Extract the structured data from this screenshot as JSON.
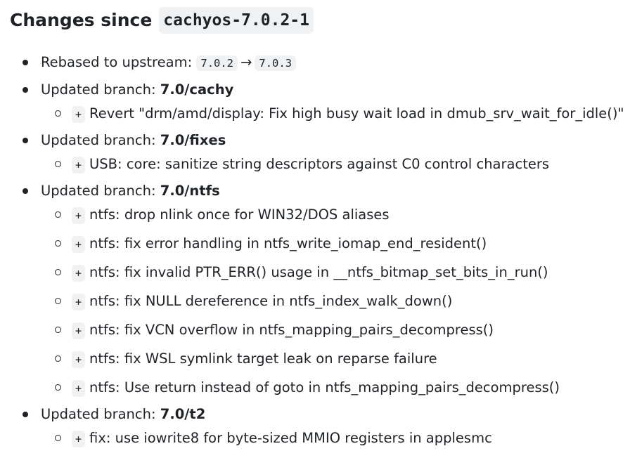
{
  "heading": {
    "prefix": "Changes since",
    "version": "cachyos-7.0.2-1"
  },
  "rebase": {
    "label": "Rebased to upstream:",
    "from": "7.0.2",
    "arrow": "→",
    "to": "7.0.3"
  },
  "branches": [
    {
      "label": "Updated branch:",
      "name": "7.0/cachy",
      "changes": [
        {
          "marker": "+",
          "text": "Revert \"drm/amd/display: Fix high busy wait load in dmub_srv_wait_for_idle()\""
        }
      ]
    },
    {
      "label": "Updated branch:",
      "name": "7.0/fixes",
      "changes": [
        {
          "marker": "+",
          "text": "USB: core: sanitize string descriptors against C0 control characters"
        }
      ]
    },
    {
      "label": "Updated branch:",
      "name": "7.0/ntfs",
      "changes": [
        {
          "marker": "+",
          "text": "ntfs: drop nlink once for WIN32/DOS aliases"
        },
        {
          "marker": "+",
          "text": "ntfs: fix error handling in ntfs_write_iomap_end_resident()"
        },
        {
          "marker": "+",
          "text": "ntfs: fix invalid PTR_ERR() usage in __ntfs_bitmap_set_bits_in_run()"
        },
        {
          "marker": "+",
          "text": "ntfs: fix NULL dereference in ntfs_index_walk_down()"
        },
        {
          "marker": "+",
          "text": "ntfs: fix VCN overflow in ntfs_mapping_pairs_decompress()"
        },
        {
          "marker": "+",
          "text": "ntfs: fix WSL symlink target leak on reparse failure"
        },
        {
          "marker": "+",
          "text": "ntfs: Use return instead of goto in ntfs_mapping_pairs_decompress()"
        }
      ]
    },
    {
      "label": "Updated branch:",
      "name": "7.0/t2",
      "changes": [
        {
          "marker": "+",
          "text": "fix: use iowrite8 for byte-sized MMIO registers in applesmc"
        }
      ]
    }
  ]
}
